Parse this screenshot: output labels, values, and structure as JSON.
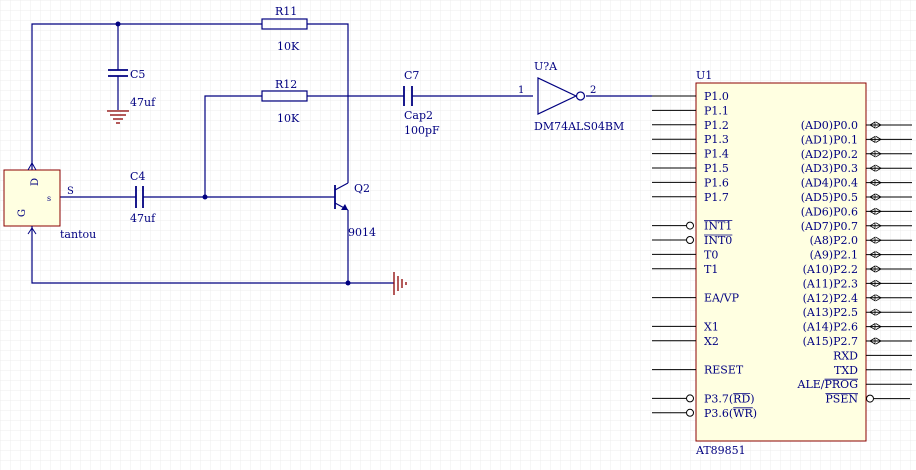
{
  "colors": {
    "background": "#ffffff",
    "grid": "#e6e6e6",
    "wire": "#000080",
    "chip_fill": "#ffffe1",
    "chip_border": "#8b0000",
    "ground": "#8b0000",
    "pin": "#000000",
    "label": "#000080"
  },
  "components": {
    "r11": {
      "designator": "R11",
      "value": "10K"
    },
    "r12": {
      "designator": "R12",
      "value": "10K"
    },
    "c5": {
      "designator": "C5",
      "value": "47uf"
    },
    "c4": {
      "designator": "C4",
      "value": "47uf"
    },
    "c7": {
      "designator": "C7",
      "type": "Cap2",
      "value": "100pF"
    },
    "u7a": {
      "designator": "U?A",
      "part": "DM74ALS04BM",
      "pin_in": "1",
      "pin_out": "2"
    },
    "q2": {
      "designator": "Q2",
      "part": "9014"
    },
    "tantou": {
      "name": "tantou",
      "pin_d": "D",
      "pin_g": "G",
      "pin_s": "s",
      "net_s": "S"
    },
    "u1": {
      "designator": "U1",
      "part": "AT89851",
      "left_pins": [
        {
          "label": "P1.0",
          "bar": ""
        },
        {
          "label": "P1.1",
          "bar": ""
        },
        {
          "label": "P1.2",
          "bar": ""
        },
        {
          "label": "P1.3",
          "bar": ""
        },
        {
          "label": "P1.4",
          "bar": ""
        },
        {
          "label": "P1.5",
          "bar": ""
        },
        {
          "label": "P1.6",
          "bar": ""
        },
        {
          "label": "P1.7",
          "bar": ""
        },
        {
          "label": "",
          "bar": ""
        },
        {
          "label": "INT1",
          "bar": "INT1"
        },
        {
          "label": "INT0",
          "bar": "INT0"
        },
        {
          "label": "T0",
          "bar": ""
        },
        {
          "label": "T1",
          "bar": ""
        },
        {
          "label": "",
          "bar": ""
        },
        {
          "label": "EA/VP",
          "bar": ""
        },
        {
          "label": "",
          "bar": ""
        },
        {
          "label": "X1",
          "bar": ""
        },
        {
          "label": "X2",
          "bar": ""
        },
        {
          "label": "",
          "bar": ""
        },
        {
          "label": "RESET",
          "bar": ""
        },
        {
          "label": "",
          "bar": ""
        },
        {
          "label": "P3.7(RD)",
          "bar": "RD"
        },
        {
          "label": "P3.6(WR)",
          "bar": "WR"
        }
      ],
      "right_pins": [
        {
          "label": "(AD0)P0.0",
          "bar": ""
        },
        {
          "label": "(AD1)P0.1",
          "bar": ""
        },
        {
          "label": "(AD2)P0.2",
          "bar": ""
        },
        {
          "label": "(AD3)P0.3",
          "bar": ""
        },
        {
          "label": "(AD4)P0.4",
          "bar": ""
        },
        {
          "label": "(AD5)P0.5",
          "bar": ""
        },
        {
          "label": "(AD6)P0.6",
          "bar": ""
        },
        {
          "label": "(AD7)P0.7",
          "bar": ""
        },
        {
          "label": "(A8)P2.0",
          "bar": ""
        },
        {
          "label": "(A9)P2.1",
          "bar": ""
        },
        {
          "label": "(A10)P2.2",
          "bar": ""
        },
        {
          "label": "(A11)P2.3",
          "bar": ""
        },
        {
          "label": "(A12)P2.4",
          "bar": ""
        },
        {
          "label": "(A13)P2.5",
          "bar": ""
        },
        {
          "label": "(A14)P2.6",
          "bar": ""
        },
        {
          "label": "(A15)P2.7",
          "bar": ""
        },
        {
          "label": "RXD",
          "bar": ""
        },
        {
          "label": "TXD",
          "bar": ""
        },
        {
          "label": "ALE/PROG",
          "bar": "PROG"
        },
        {
          "label": "PSEN",
          "bar": "PSEN"
        }
      ]
    }
  }
}
